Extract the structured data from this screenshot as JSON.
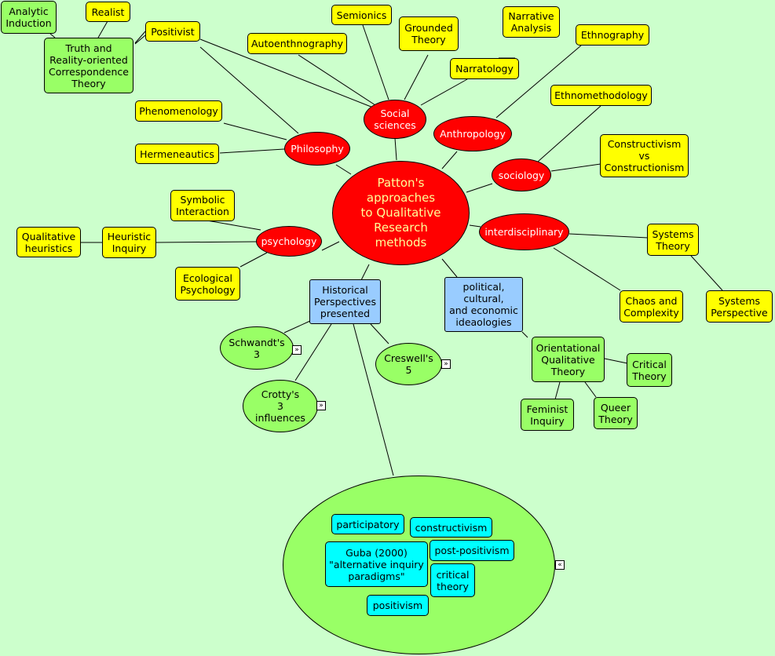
{
  "center": "Patton's\napproaches\nto Qualitative\nResearch\nmethods",
  "categories": {
    "philosophy": "Philosophy",
    "social_sciences": "Social\nsciences",
    "anthropology": "Anthropology",
    "sociology": "sociology",
    "interdisciplinary": "interdisciplinary",
    "psychology": "psychology"
  },
  "concepts": {
    "analytic_induction": "Analytic\nInduction",
    "realist": "Realist",
    "positivist": "Positivist",
    "truth_reality": "Truth and\nReality-oriented\nCorrespondence\nTheory",
    "semionics": "Semionics",
    "autoenthnography": "Autoenthnography",
    "grounded_theory": "Grounded\nTheory",
    "narrative_analysis": "Narrative\nAnalysis",
    "ethnography": "Ethnography",
    "narratology": "Narratology",
    "phenomenology": "Phenomenology",
    "hermeneautics": "Hermeneautics",
    "ethnomethodology": "Ethnomethodology",
    "constructivism_vs": "Constructivism\nvs\nConstructionism",
    "symbolic_interaction": "Symbolic\nInteraction",
    "qualitative_heuristics": "Qualitative\nheuristics",
    "heuristic_inquiry": "Heuristic\nInquiry",
    "ecological_psychology": "Ecological\nPsychology",
    "systems_theory": "Systems\nTheory",
    "chaos_complexity": "Chaos and\nComplexity",
    "systems_perspective": "Systems\nPerspective",
    "historical_perspectives": "Historical\nPerspectives\npresented",
    "political": "political,\ncultural,\nand economic\nideaologies",
    "orientational": "Orientational\nQualitative\nTheory",
    "critical_theory": "Critical\nTheory",
    "feminist_inquiry": "Feminist\nInquiry",
    "queer_theory": "Queer\nTheory",
    "schwandts": "Schwandt's\n3",
    "creswells": "Creswell's\n5",
    "crottys": "Crotty's\n3\ninfluences"
  },
  "paradigms": {
    "participatory": "participatory",
    "constructivism": "constructivism",
    "guba": "Guba (2000)\n\"alternative inquiry\nparadigms\"",
    "post_positivism": "post-positivism",
    "critical_theory": "critical\ntheory",
    "positivism": "positivism"
  },
  "expanders": {
    "expand": "»",
    "collapse": "«"
  },
  "colors": {
    "background": "#ccffcc",
    "category": "#ff0000",
    "concept": "#ffff00",
    "secondary": "#99ff66",
    "historical": "#99ccff",
    "paradigm": "#00ffff"
  }
}
